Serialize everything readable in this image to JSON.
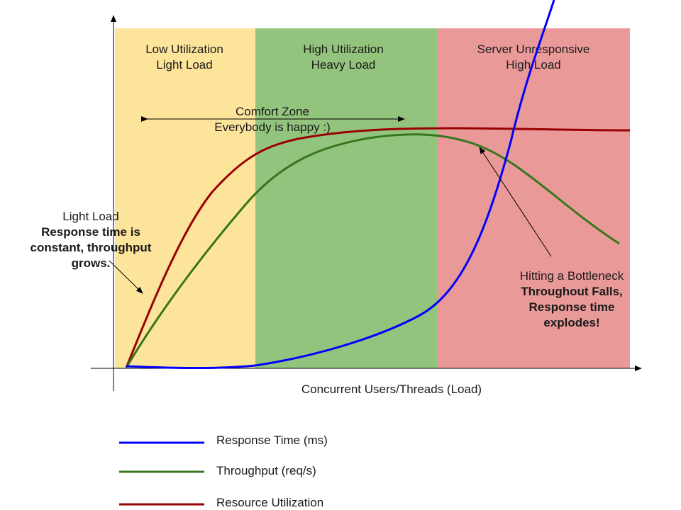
{
  "zones": [
    {
      "line1": "Low Utilization",
      "line2": "Light Load",
      "color": "#fde49b"
    },
    {
      "line1": "High Utilization",
      "line2": "Heavy Load",
      "color": "#93c47d"
    },
    {
      "line1": "Server Unresponsive",
      "line2": "High Load",
      "color": "#ea9999"
    }
  ],
  "comfort_zone": {
    "line1": "Comfort Zone",
    "line2": "Everybody is happy :)"
  },
  "light_load_note": {
    "title": "Light Load",
    "bold_lines": [
      "Response time is",
      "constant, throughput",
      "grows."
    ]
  },
  "bottleneck_note": {
    "title": "Hitting a Bottleneck",
    "bold_lines": [
      "Throughout Falls,",
      "Response time",
      "explodes!"
    ]
  },
  "x_axis_label": "Concurrent Users/Threads (Load)",
  "legend": [
    {
      "label": "Response Time (ms)",
      "color": "#0000ff"
    },
    {
      "label": "Throughput (req/s)",
      "color": "#38761d"
    },
    {
      "label": "Resource Utilization",
      "color": "#990000"
    }
  ]
}
